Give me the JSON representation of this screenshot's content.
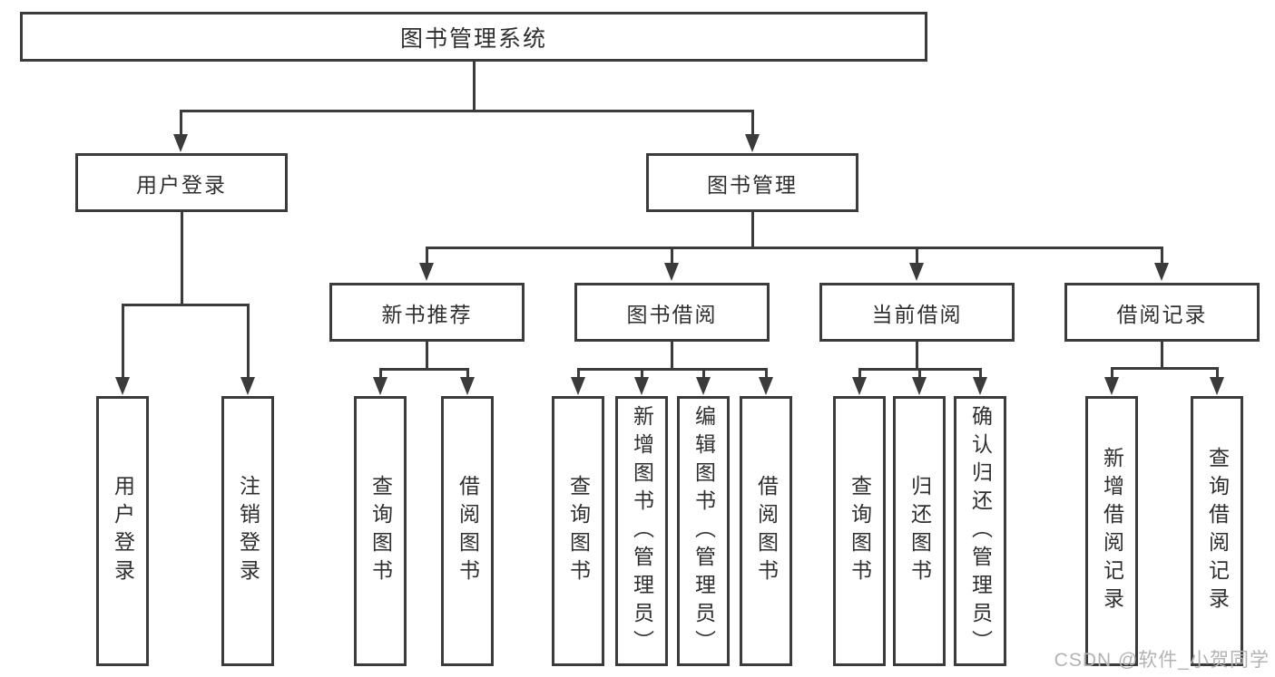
{
  "diagram": {
    "line_color": "#3b3b3b",
    "nodes": {
      "root": "图书管理系统",
      "level2": {
        "user_login": "用户登录",
        "book_management": "图书管理"
      },
      "level3": {
        "new_book_recommend": "新书推荐",
        "book_borrow": "图书借阅",
        "current_borrow": "当前借阅",
        "borrow_records": "借阅记录"
      },
      "leaves": {
        "login": [
          "用户登录",
          "注销登录"
        ],
        "recommend": [
          "查询图书",
          "借阅图书"
        ],
        "borrow": [
          "查询图书",
          "新增图书（管理员）",
          "编辑图书（管理员）",
          "借阅图书"
        ],
        "current": [
          "查询图书",
          "归还图书",
          "确认归还（管理员）"
        ],
        "records": [
          "新增借阅记录",
          "查询借阅记录"
        ]
      }
    },
    "watermark": {
      "text": "CSDN @软件_小贺同学",
      "color": "#b3b3b3"
    }
  }
}
